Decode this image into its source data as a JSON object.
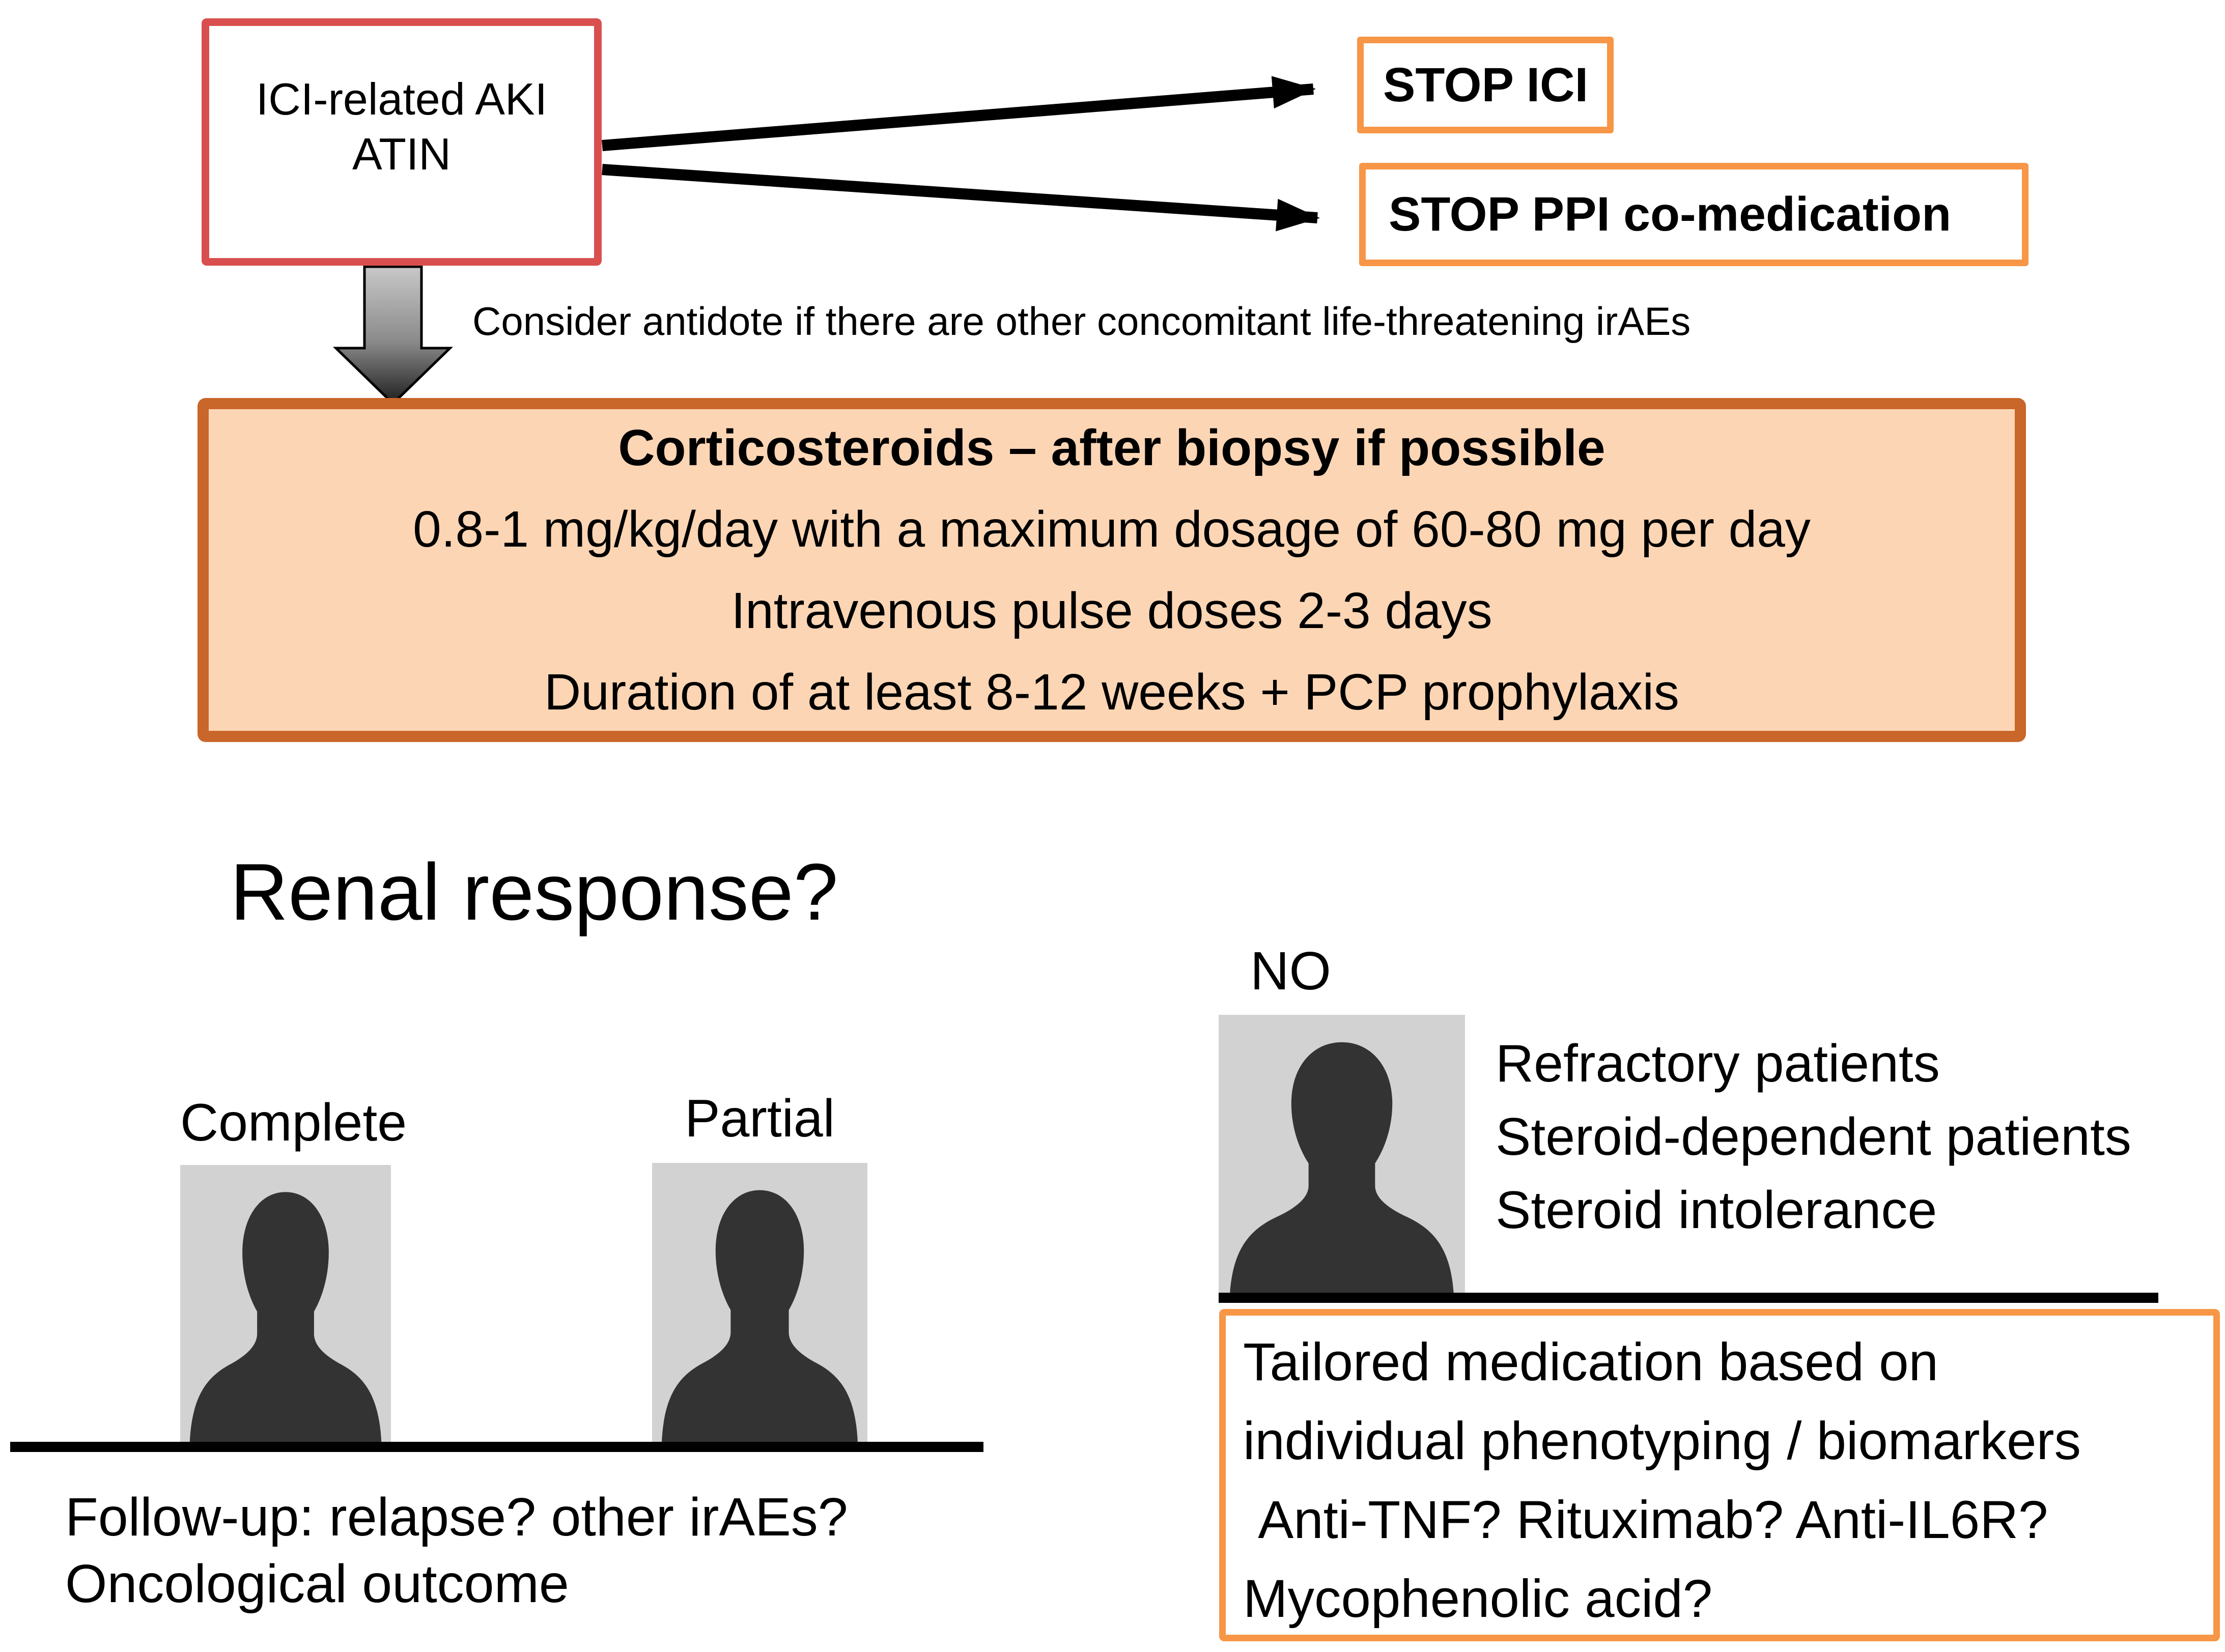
{
  "header_box": {
    "line1": "ICI-related AKI",
    "line2": "ATIN"
  },
  "stop_ici_label": "STOP ICI",
  "stop_ppi_label": "STOP PPI co-medication",
  "antidote_note": "Consider antidote if there are other concomitant life-threatening irAEs",
  "corticosteroids": {
    "line1": "Corticosteroids – after biopsy if possible",
    "line2": "0.8-1 mg/kg/day with a maximum dosage of 60-80 mg per day",
    "line3": "Intravenous pulse doses 2-3 days",
    "line4": "Duration of at least 8-12 weeks + PCP prophylaxis"
  },
  "renal_response_label": "Renal response?",
  "no_branch": {
    "label": "NO",
    "notes": [
      "Refractory patients",
      "Steroid-dependent patients",
      "Steroid intolerance"
    ],
    "tailored_lines": [
      "Tailored medication based on",
      "individual phenotyping / biomarkers",
      " Anti-TNF? Rituximab? Anti-IL6R?",
      "Mycophenolic acid?"
    ]
  },
  "outcome_branch": {
    "complete_label": "Complete",
    "partial_label": "Partial",
    "followup_lines": [
      "Follow-up: relapse? other irAEs?",
      "Oncological outcome"
    ]
  },
  "icons": {
    "person": "person-silhouette-icon",
    "down_arrow": "down-arrow-icon",
    "right_arrow": "right-arrow-icon"
  },
  "colors": {
    "red_border": "#D94F4F",
    "orange_border": "#F79646",
    "dark_orange_border": "#C9662A",
    "peach_fill": "#FCD5B4",
    "silhouette_bg": "#D2D2D2",
    "silhouette_fg": "#333333",
    "arrow": "#000000"
  }
}
